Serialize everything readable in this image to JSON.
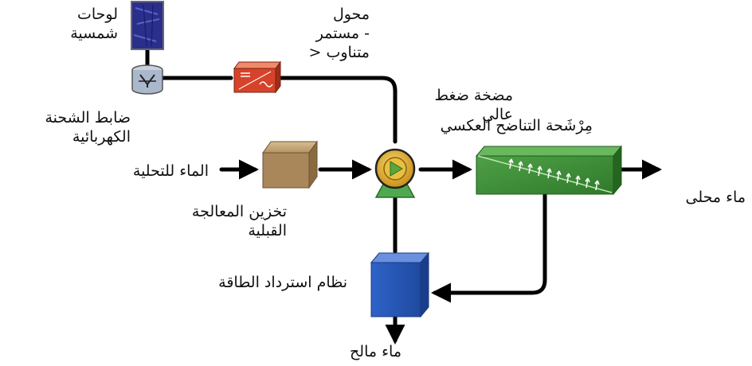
{
  "labels": {
    "solar_panels": [
      "لوحات",
      "شمسية"
    ],
    "inverter": [
      "محول",
      "- مستمر",
      "متناوب <"
    ],
    "charge_controller": [
      "ضابط الشحنة",
      "الكهربائية"
    ],
    "hp_pump": [
      "مضخة ضغط",
      "عالي"
    ],
    "ro_membrane": "مِرْشَحة التناضح العكسي",
    "feed_water": "الماء للتحلية",
    "pretreatment": [
      "تخزين المعالجة",
      "القبلية"
    ],
    "product_water": "ماء محلى",
    "energy_recovery": "نظام استرداد الطاقة",
    "brine": "ماء مالح"
  },
  "colors": {
    "line": "#000000",
    "solar_panel": "#2a2f8c",
    "inverter": "#d6432a",
    "pretreatment_tank": "#a9875a",
    "pump_body": "#e0b030",
    "pump_base": "#4faa4f",
    "membrane": "#3c8a34",
    "energy_recovery": "#2c5ebd"
  },
  "icons": {
    "solar_panel": "solar-panel-icon",
    "charge_controller": "charge-controller-icon",
    "inverter": "inverter-icon",
    "pretreatment": "storage-tank-icon",
    "pump": "pump-icon",
    "membrane": "membrane-icon",
    "energy_recovery": "energy-recovery-icon"
  }
}
